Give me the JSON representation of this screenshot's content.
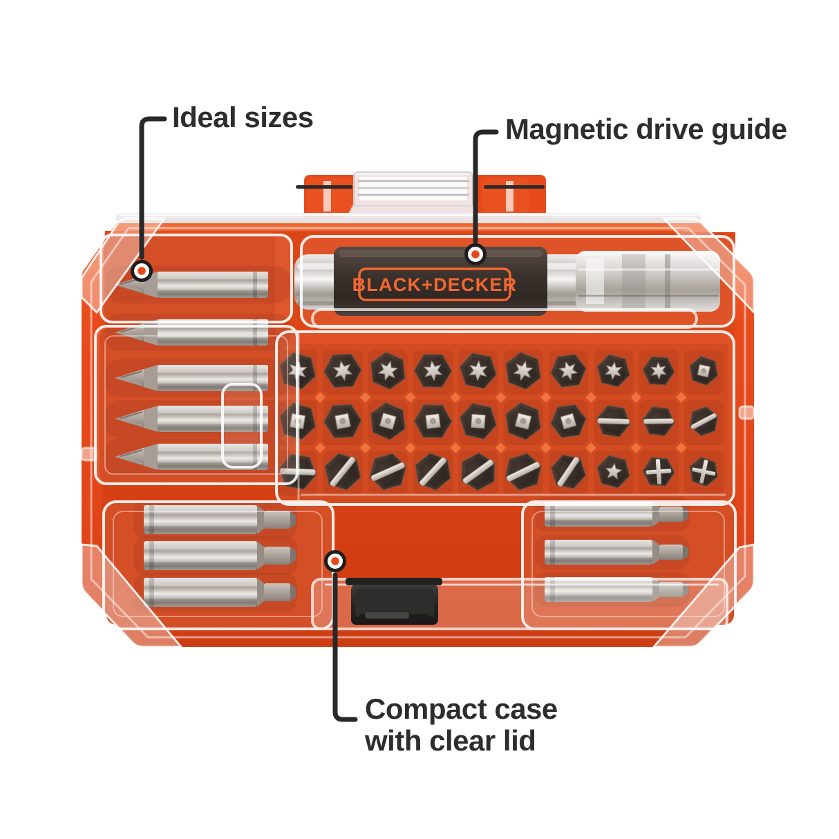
{
  "page": {
    "background": "#ffffff",
    "description": "Product infographic of a screwdriver bit set in a compact orange case with clear lid"
  },
  "brand": {
    "logo_text": "BLACK+DECKER",
    "logo_color": "#f25c22"
  },
  "callouts": {
    "ideal": {
      "label": "Ideal sizes"
    },
    "magnetic": {
      "label": "Magnetic drive guide"
    },
    "compact": {
      "line1": "Compact case",
      "line2": "with clear lid"
    }
  },
  "colors": {
    "case_orange": "#e8491c",
    "tray_orange": "#d24012",
    "callout_ink": "#282828",
    "marker_dot": "#e8491c",
    "latch_black": "#262524",
    "bit_silver": "#b5ada6",
    "bit_dark": "#33261f"
  },
  "contents": {
    "drive_guide": {
      "type": "magnetic-drive-guide",
      "sleeve_color": "#2b211c"
    },
    "left_bits": {
      "type": "phillips",
      "count": 5,
      "positions": [
        412,
        481,
        547,
        606,
        661
      ]
    },
    "bottom_left_bits": {
      "type": "hex",
      "count": 3,
      "positions": [
        752,
        804,
        857
      ]
    },
    "bottom_right_bits": {
      "type": "hex",
      "count": 3,
      "positions": [
        744,
        799,
        853
      ]
    },
    "grid_bits": {
      "cols": 10,
      "rows": [
        [
          "torx",
          "torx",
          "torx",
          "torx",
          "torx",
          "torx",
          "torx",
          "torx",
          "torx",
          "square"
        ],
        [
          "square",
          "square",
          "square",
          "square",
          "square",
          "square",
          "square",
          "slot",
          "slot",
          "slotd"
        ],
        [
          "slot",
          "slotd",
          "slotd",
          "slotd",
          "slotd",
          "slotd",
          "slotd",
          "torx5",
          "phillips",
          "phillips"
        ]
      ]
    }
  }
}
